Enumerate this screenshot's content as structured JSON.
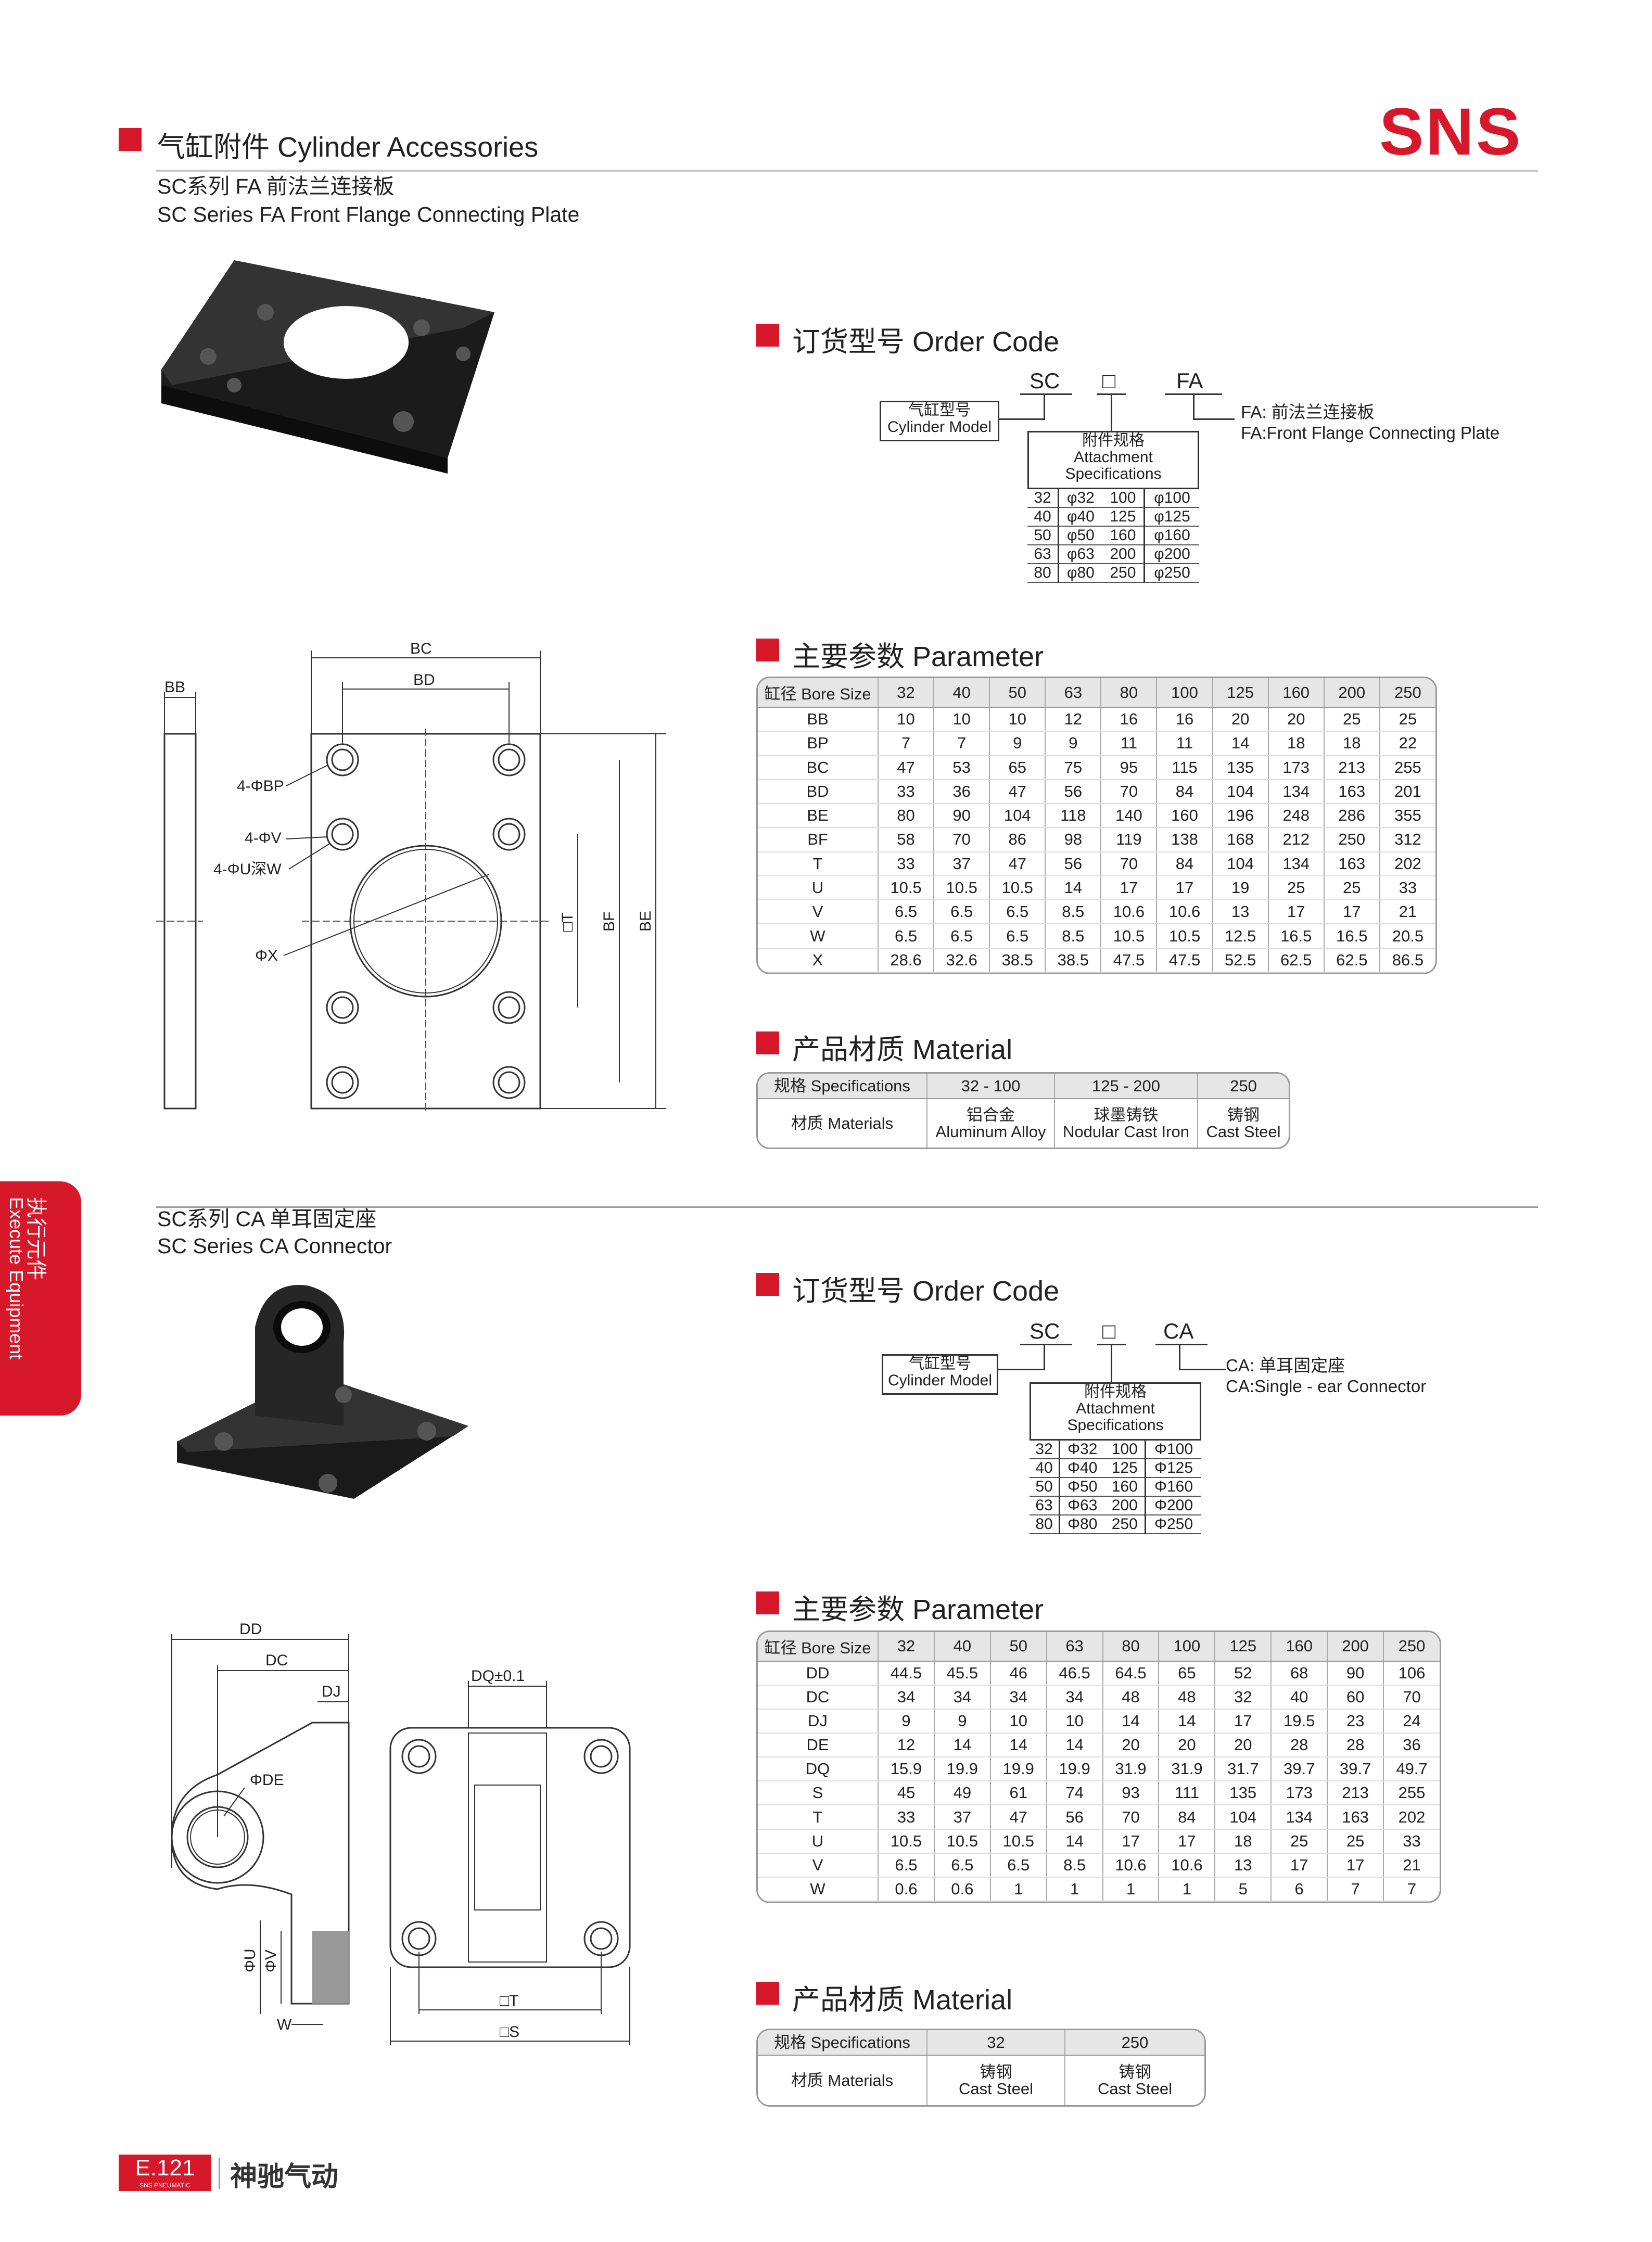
{
  "header": {
    "title": "气缸附件 Cylinder Accessories",
    "logo": "SNS"
  },
  "fa": {
    "title_cn": "SC系列 FA 前法兰连接板",
    "title_en": "SC Series FA Front Flange Connecting Plate",
    "order_code": {
      "heading": "订货型号 Order Code",
      "code_prefix": "SC",
      "code_box": "□",
      "code_suffix": "FA",
      "cylinder_model_cn": "气缸型号",
      "cylinder_model_en": "Cylinder Model",
      "attach_cn": "附件规格",
      "attach_en1": "Attachment",
      "attach_en2": "Specifications",
      "desc_cn": "FA: 前法兰连接板",
      "desc_en": "FA:Front Flange Connecting Plate",
      "bores": [
        [
          "32",
          "φ32",
          "100",
          "φ100"
        ],
        [
          "40",
          "φ40",
          "125",
          "φ125"
        ],
        [
          "50",
          "φ50",
          "160",
          "φ160"
        ],
        [
          "63",
          "φ63",
          "200",
          "φ200"
        ],
        [
          "80",
          "φ80",
          "250",
          "φ250"
        ]
      ]
    },
    "param": {
      "heading": "主要参数 Parameter",
      "header": [
        "缸径 Bore Size",
        "32",
        "40",
        "50",
        "63",
        "80",
        "100",
        "125",
        "160",
        "200",
        "250"
      ],
      "rows": [
        [
          "BB",
          "10",
          "10",
          "10",
          "12",
          "16",
          "16",
          "20",
          "20",
          "25",
          "25"
        ],
        [
          "BP",
          "7",
          "7",
          "9",
          "9",
          "11",
          "11",
          "14",
          "18",
          "18",
          "22"
        ],
        [
          "BC",
          "47",
          "53",
          "65",
          "75",
          "95",
          "115",
          "135",
          "173",
          "213",
          "255"
        ],
        [
          "BD",
          "33",
          "36",
          "47",
          "56",
          "70",
          "84",
          "104",
          "134",
          "163",
          "201"
        ],
        [
          "BE",
          "80",
          "90",
          "104",
          "118",
          "140",
          "160",
          "196",
          "248",
          "286",
          "355"
        ],
        [
          "BF",
          "58",
          "70",
          "86",
          "98",
          "119",
          "138",
          "168",
          "212",
          "250",
          "312"
        ],
        [
          "T",
          "33",
          "37",
          "47",
          "56",
          "70",
          "84",
          "104",
          "134",
          "163",
          "202"
        ],
        [
          "U",
          "10.5",
          "10.5",
          "10.5",
          "14",
          "17",
          "17",
          "19",
          "25",
          "25",
          "33"
        ],
        [
          "V",
          "6.5",
          "6.5",
          "6.5",
          "8.5",
          "10.6",
          "10.6",
          "13",
          "17",
          "17",
          "21"
        ],
        [
          "W",
          "6.5",
          "6.5",
          "6.5",
          "8.5",
          "10.5",
          "10.5",
          "12.5",
          "16.5",
          "16.5",
          "20.5"
        ],
        [
          "X",
          "28.6",
          "32.6",
          "38.5",
          "38.5",
          "47.5",
          "47.5",
          "52.5",
          "62.5",
          "62.5",
          "86.5"
        ]
      ]
    },
    "material": {
      "heading": "产品材质 Material",
      "spec_label": "规格 Specifications",
      "mat_label": "材质 Materials",
      "cols": [
        {
          "spec": "32 - 100",
          "cn": "铝合金",
          "en": "Aluminum Alloy"
        },
        {
          "spec": "125 - 200",
          "cn": "球墨铸铁",
          "en": "Nodular Cast Iron"
        },
        {
          "spec": "250",
          "cn": "铸钢",
          "en": "Cast Steel"
        }
      ]
    },
    "drawing": {
      "bb": "BB",
      "bc": "BC",
      "bd": "BD",
      "bp": "4-ΦBP",
      "v": "4-ΦV",
      "u": "4-ΦU深W",
      "x": "ΦX",
      "t": "□T",
      "bf": "BF",
      "be": "BE"
    }
  },
  "ca": {
    "title_cn": "SC系列 CA 单耳固定座",
    "title_en": "SC Series CA Connector",
    "order_code": {
      "heading": "订货型号 Order Code",
      "code_prefix": "SC",
      "code_box": "□",
      "code_suffix": "CA",
      "cylinder_model_cn": "气缸型号",
      "cylinder_model_en": "Cylinder Model",
      "attach_cn": "附件规格",
      "attach_en1": "Attachment",
      "attach_en2": "Specifications",
      "desc_cn": "CA: 单耳固定座",
      "desc_en": "CA:Single - ear Connector",
      "bores": [
        [
          "32",
          "Φ32",
          "100",
          "Φ100"
        ],
        [
          "40",
          "Φ40",
          "125",
          "Φ125"
        ],
        [
          "50",
          "Φ50",
          "160",
          "Φ160"
        ],
        [
          "63",
          "Φ63",
          "200",
          "Φ200"
        ],
        [
          "80",
          "Φ80",
          "250",
          "Φ250"
        ]
      ]
    },
    "param": {
      "heading": "主要参数 Parameter",
      "header": [
        "缸径 Bore Size",
        "32",
        "40",
        "50",
        "63",
        "80",
        "100",
        "125",
        "160",
        "200",
        "250"
      ],
      "rows": [
        [
          "DD",
          "44.5",
          "45.5",
          "46",
          "46.5",
          "64.5",
          "65",
          "52",
          "68",
          "90",
          "106"
        ],
        [
          "DC",
          "34",
          "34",
          "34",
          "34",
          "48",
          "48",
          "32",
          "40",
          "60",
          "70"
        ],
        [
          "DJ",
          "9",
          "9",
          "10",
          "10",
          "14",
          "14",
          "17",
          "19.5",
          "23",
          "24"
        ],
        [
          "DE",
          "12",
          "14",
          "14",
          "14",
          "20",
          "20",
          "20",
          "28",
          "28",
          "36"
        ],
        [
          "DQ",
          "15.9",
          "19.9",
          "19.9",
          "19.9",
          "31.9",
          "31.9",
          "31.7",
          "39.7",
          "39.7",
          "49.7"
        ],
        [
          "S",
          "45",
          "49",
          "61",
          "74",
          "93",
          "111",
          "135",
          "173",
          "213",
          "255"
        ],
        [
          "T",
          "33",
          "37",
          "47",
          "56",
          "70",
          "84",
          "104",
          "134",
          "163",
          "202"
        ],
        [
          "U",
          "10.5",
          "10.5",
          "10.5",
          "14",
          "17",
          "17",
          "18",
          "25",
          "25",
          "33"
        ],
        [
          "V",
          "6.5",
          "6.5",
          "6.5",
          "8.5",
          "10.6",
          "10.6",
          "13",
          "17",
          "17",
          "21"
        ],
        [
          "W",
          "0.6",
          "0.6",
          "1",
          "1",
          "1",
          "1",
          "5",
          "6",
          "7",
          "7"
        ]
      ]
    },
    "material": {
      "heading": "产品材质 Material",
      "spec_label": "规格 Specifications",
      "mat_label": "材质 Materials",
      "cols": [
        {
          "spec": "32",
          "cn": "铸钢",
          "en": "Cast Steel"
        },
        {
          "spec": "250",
          "cn": "铸钢",
          "en": "Cast Steel"
        }
      ]
    },
    "drawing": {
      "dd": "DD",
      "dc": "DC",
      "dj": "DJ",
      "de": "ΦDE",
      "u": "ΦU",
      "v": "ΦV",
      "w": "W",
      "dq": "DQ±0.1",
      "t": "□T",
      "s": "□S"
    }
  },
  "side_tab": {
    "cn": "执行元件",
    "en": "Execute Equipment"
  },
  "footer": {
    "page": "E.121",
    "small": "SNS PNEUMATIC",
    "brand": "神驰气动"
  },
  "colors": {
    "brand_red": "#d7182a"
  }
}
